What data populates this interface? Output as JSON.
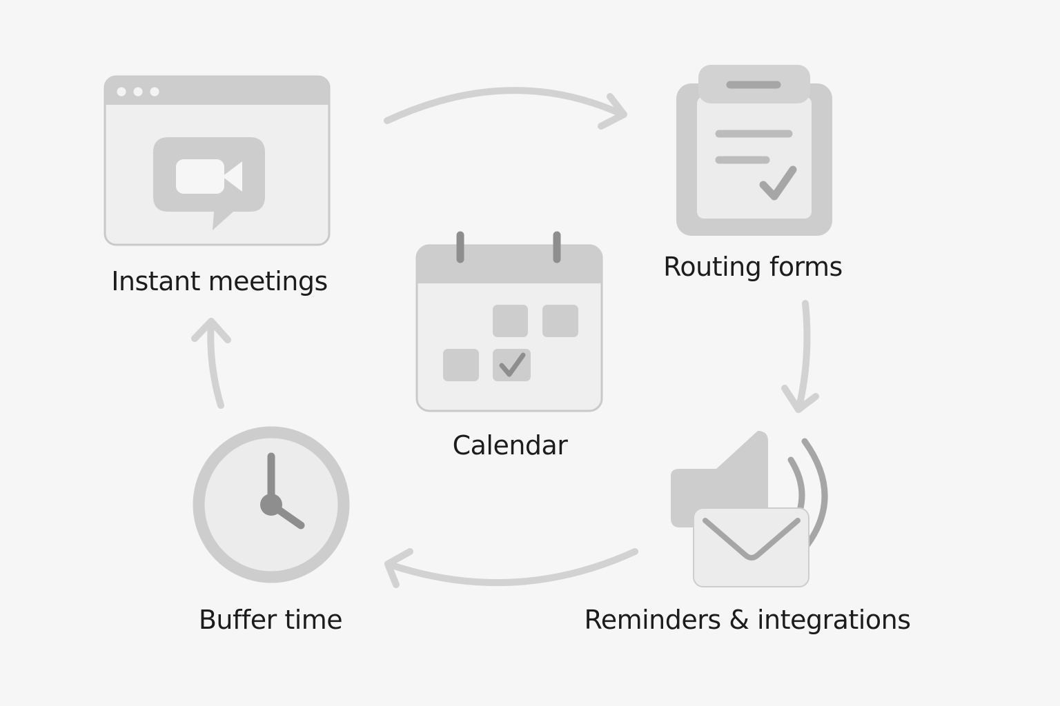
{
  "colors": {
    "background": "#f6f6f6",
    "light_fill": "#efefef",
    "mid_fill": "#cdcdcd",
    "dark_fill": "#a6a6a6",
    "darker_fill": "#8e8e8e",
    "arrow": "#d2d2d2",
    "text": "#1c1c1c"
  },
  "nodes": {
    "instant_meetings": {
      "label": "Instant meetings",
      "icon": "video-call-window-icon"
    },
    "routing_forms": {
      "label": "Routing forms",
      "icon": "clipboard-check-icon"
    },
    "calendar": {
      "label": "Calendar",
      "icon": "calendar-icon"
    },
    "reminders": {
      "label": "Reminders & integrations",
      "icon": "megaphone-envelope-icon"
    },
    "buffer_time": {
      "label": "Buffer time",
      "icon": "clock-icon"
    }
  },
  "flow": [
    {
      "from": "Instant meetings",
      "to": "Routing forms"
    },
    {
      "from": "Routing forms",
      "to": "Reminders & integrations"
    },
    {
      "from": "Reminders & integrations",
      "to": "Buffer time"
    },
    {
      "from": "Buffer time",
      "to": "Instant meetings"
    }
  ]
}
